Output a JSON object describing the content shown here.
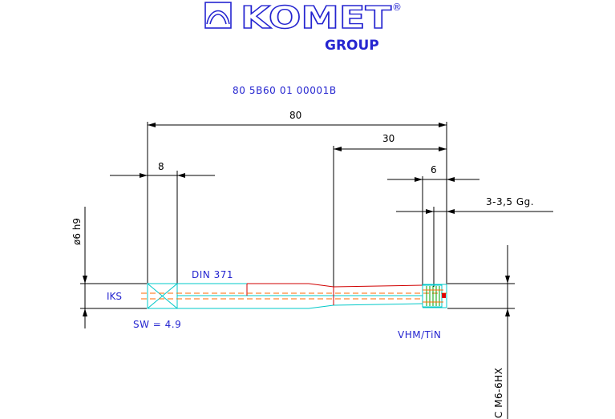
{
  "logo": {
    "brand": "KOMET",
    "registered": "®",
    "group": "GROUP",
    "color": "#2525d0"
  },
  "drawing": {
    "part_number": "80 5B60 01 00001B",
    "dimensions": {
      "overall_length": "80",
      "thread_section_length": "30",
      "square_length": "8",
      "chamfer_length": "6",
      "chamfer_threads": "3-3,5 Gg.",
      "shank_diameter": "ø6 h9",
      "thread_size": "C M6-6HX"
    },
    "labels": {
      "iks": "IKS",
      "din": "DIN 371",
      "square_size": "SW = 4.9",
      "material_coating": "VHM/TiN"
    },
    "colors": {
      "annotation": "#2525d0",
      "dimension": "#000000",
      "outline": "#00c8c8",
      "centerline": "#ff6a00",
      "core": "#d00000",
      "cutting_edge": "#00a000"
    }
  }
}
